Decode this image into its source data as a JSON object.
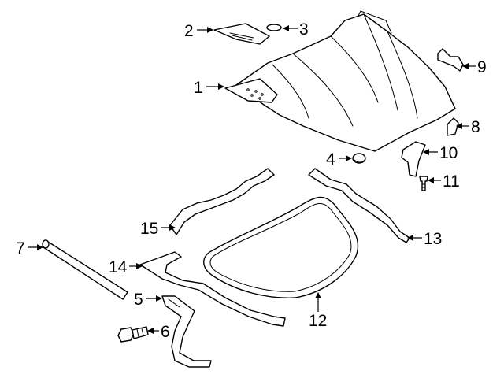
{
  "figure": {
    "background": "#ffffff",
    "line_color": "#000000"
  },
  "callouts": [
    {
      "id": "1",
      "label": "1"
    },
    {
      "id": "2",
      "label": "2"
    },
    {
      "id": "3",
      "label": "3"
    },
    {
      "id": "4",
      "label": "4"
    },
    {
      "id": "5",
      "label": "5"
    },
    {
      "id": "6",
      "label": "6"
    },
    {
      "id": "7",
      "label": "7"
    },
    {
      "id": "8",
      "label": "8"
    },
    {
      "id": "9",
      "label": "9"
    },
    {
      "id": "10",
      "label": "10"
    },
    {
      "id": "11",
      "label": "11"
    },
    {
      "id": "12",
      "label": "12"
    },
    {
      "id": "13",
      "label": "13"
    },
    {
      "id": "14",
      "label": "14"
    },
    {
      "id": "15",
      "label": "15"
    }
  ]
}
